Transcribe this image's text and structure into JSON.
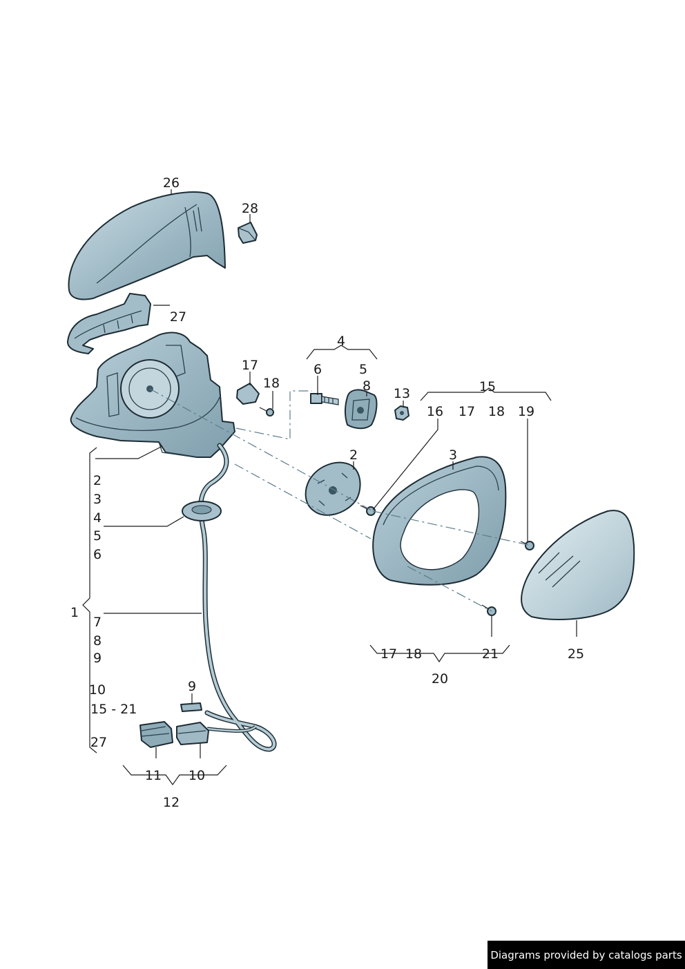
{
  "labels": {
    "l26": "26",
    "l28": "28",
    "l27": "27",
    "l4": "4",
    "l6": "6",
    "l5": "5",
    "l8": "8",
    "l17a": "17",
    "l18a": "18",
    "l13": "13",
    "l15": "15",
    "l16": "16",
    "l17b": "17",
    "l18b": "18",
    "l19": "19",
    "l2a": "2",
    "l3a": "3",
    "l1": "1",
    "g2": "2",
    "g3": "3",
    "g4": "4",
    "g5": "5",
    "g6": "6",
    "g7": "7",
    "g8": "8",
    "g9": "9",
    "g10": "10",
    "g15_21": "15 - 21",
    "g27": "27",
    "l9": "9",
    "l11": "11",
    "l10": "10",
    "l12": "12",
    "l17c": "17",
    "l18c": "18",
    "l21": "21",
    "l20": "20",
    "l25": "25"
  },
  "credit": "Diagrams provided by catalogs parts",
  "colors": {
    "part_fill": "#9fb9c5",
    "part_light": "#c7dae2",
    "part_dark": "#6f8e9c",
    "mirror_glass": "#c6d8df",
    "outline": "#1c2c34",
    "credit_bg": "#000000"
  }
}
